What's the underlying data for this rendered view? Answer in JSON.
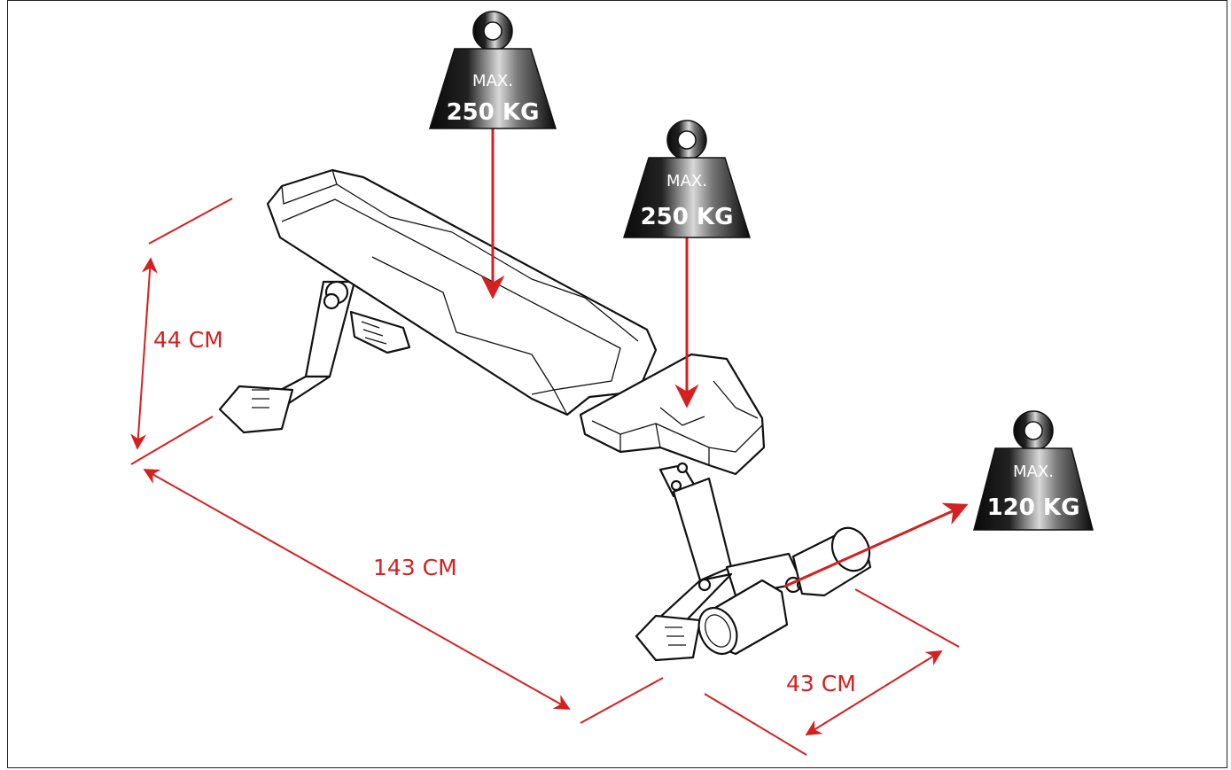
{
  "dimensions": {
    "height": "44 CM",
    "length": "143 CM",
    "width": "43 CM"
  },
  "weights": [
    {
      "top": "MAX.",
      "bottom": "250 KG"
    },
    {
      "top": "MAX.",
      "bottom": "250 KG"
    },
    {
      "top": "MAX.",
      "bottom": "120 KG"
    }
  ],
  "colors": {
    "dimension": "#d42020",
    "weight_dark": "#111111",
    "weight_light": "#e8e8e8",
    "frame": "#222222"
  }
}
